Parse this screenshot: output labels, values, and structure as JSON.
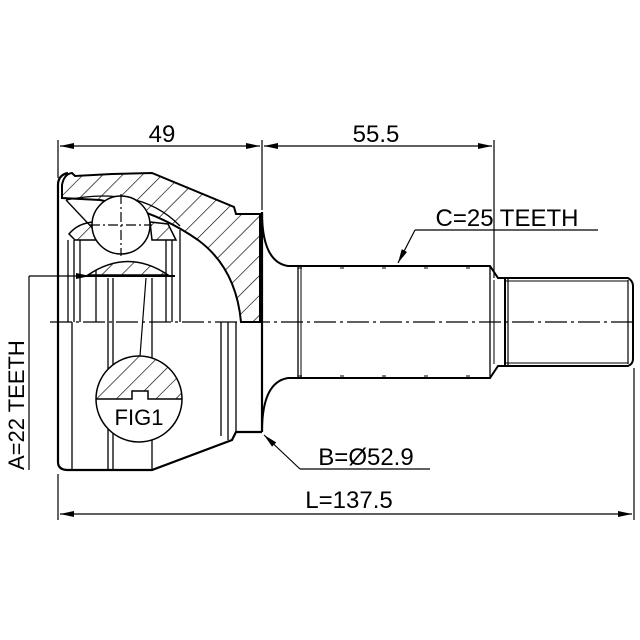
{
  "drawing": {
    "title": "CV joint outer dimension drawing",
    "line_color": "#000000",
    "background": "#ffffff",
    "dimensions": {
      "joint_length": "49",
      "spline_length": "55.5",
      "total_length": "L=137.5",
      "outer_diameter": "B=Ø52.9",
      "outer_spline_teeth": "C=25 TEETH",
      "inner_spline_teeth": "A=22 TEETH"
    },
    "labels": {
      "figure": "FIG1"
    }
  }
}
